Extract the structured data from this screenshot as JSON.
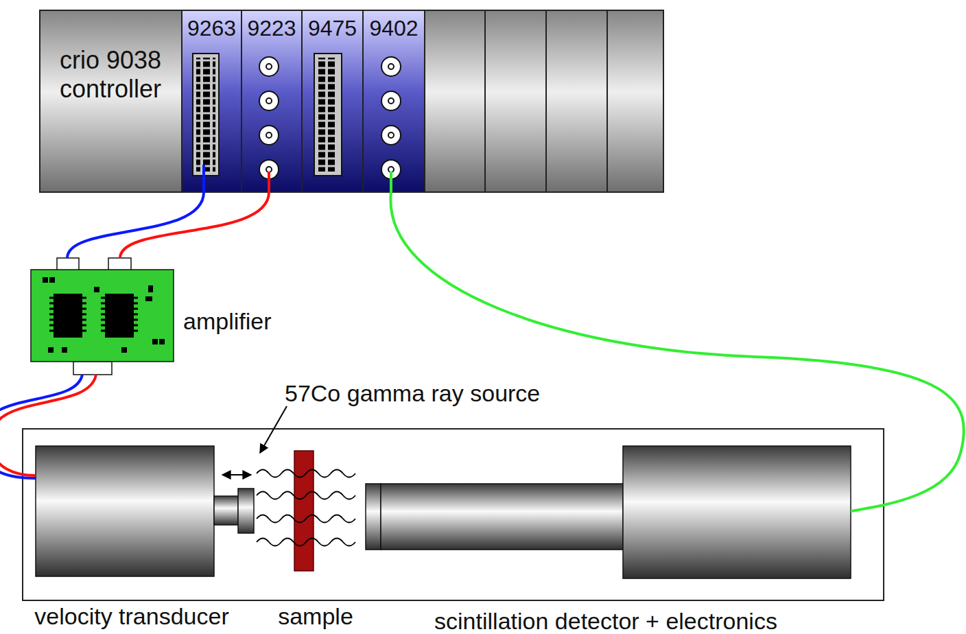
{
  "diagram": {
    "nodes": [
      {
        "text": [
          "crio 9038 controller"
        ]
      },
      {
        "text": [
          "9263"
        ]
      },
      {
        "text": [
          "9223"
        ]
      },
      {
        "text": [
          "9475"
        ]
      },
      {
        "text": [
          "9402"
        ]
      },
      {
        "text": [
          "amplifier"
        ]
      },
      {
        "text": [
          "velocity transducer"
        ]
      },
      {
        "text": [
          "sample"
        ]
      },
      {
        "text": [
          "scintillation detector + electronics"
        ]
      }
    ],
    "edges": [
      {
        "from": 1,
        "to": 5,
        "arrow": "none"
      },
      {
        "from": 2,
        "to": 5,
        "arrow": "none"
      },
      {
        "from": 5,
        "to": 6,
        "arrow": "none"
      },
      {
        "from": 5,
        "to": 6,
        "arrow": "none"
      },
      {
        "from": 4,
        "to": 8,
        "arrow": "none"
      }
    ],
    "labels": [
      "57Co gamma ray source"
    ]
  }
}
